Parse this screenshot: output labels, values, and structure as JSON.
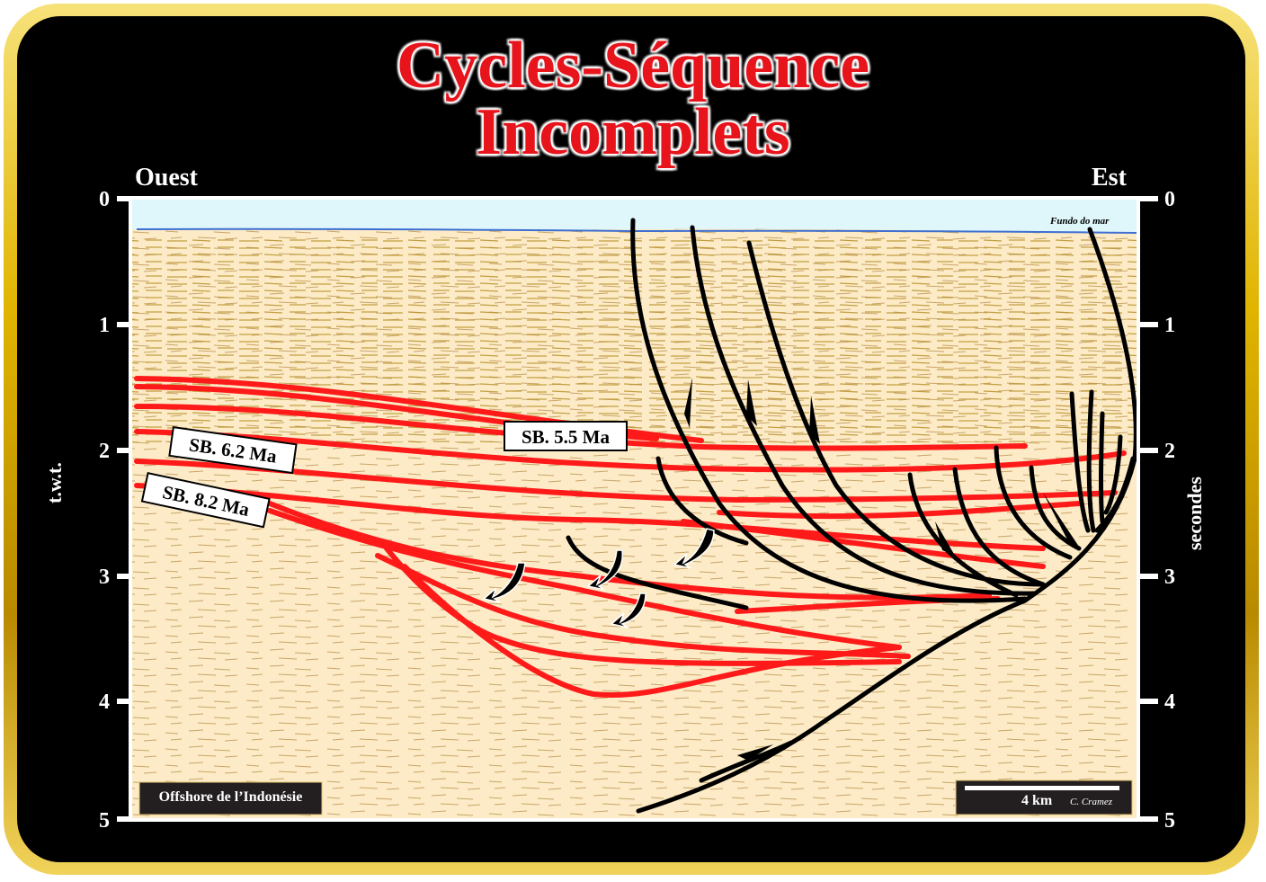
{
  "title": {
    "line1": "Cycles-Séquence",
    "line2": "Incomplets"
  },
  "directions": {
    "west": "Ouest",
    "east": "Est"
  },
  "axes": {
    "left_label": "t.w.t.",
    "right_label": "secondes",
    "ticks": [
      "0",
      "1",
      "2",
      "3",
      "4",
      "5"
    ]
  },
  "annotations": {
    "seafloor": "Fundo do mar",
    "sb_55": "SB. 5.5 Ma",
    "sb_62": "SB. 6.2 Ma",
    "sb_82": "SB. 8.2 Ma",
    "location": "Offshore de l’Indonésie",
    "scale": "4 km",
    "author": "C. Cramez"
  },
  "colors": {
    "frame_gold": "#e0b400",
    "background": "#000000",
    "sediment": "#fcebc6",
    "water": "#dff7fb",
    "horizon_red": "#ff1a1a",
    "fault_black": "#000000",
    "title_red": "#e8141c"
  }
}
